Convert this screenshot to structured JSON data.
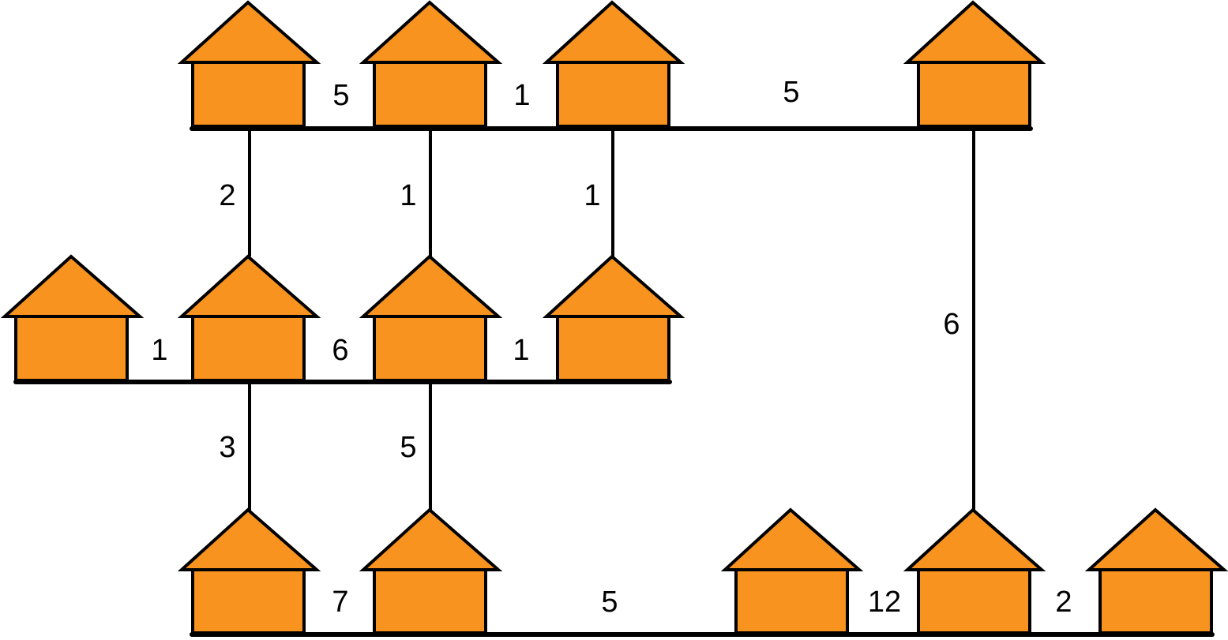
{
  "colors": {
    "house_fill": "#f7931e",
    "line": "#000000",
    "background": "#ffffff"
  },
  "edges": {
    "top": [
      "5",
      "1",
      "5"
    ],
    "mid": [
      "1",
      "6",
      "1"
    ],
    "bottom": [
      "7",
      "5",
      "12",
      "2"
    ],
    "vertical_top_mid": [
      "2",
      "1",
      "1"
    ],
    "vertical_mid_bottom": [
      "3",
      "5"
    ],
    "vertical_right": "6"
  }
}
